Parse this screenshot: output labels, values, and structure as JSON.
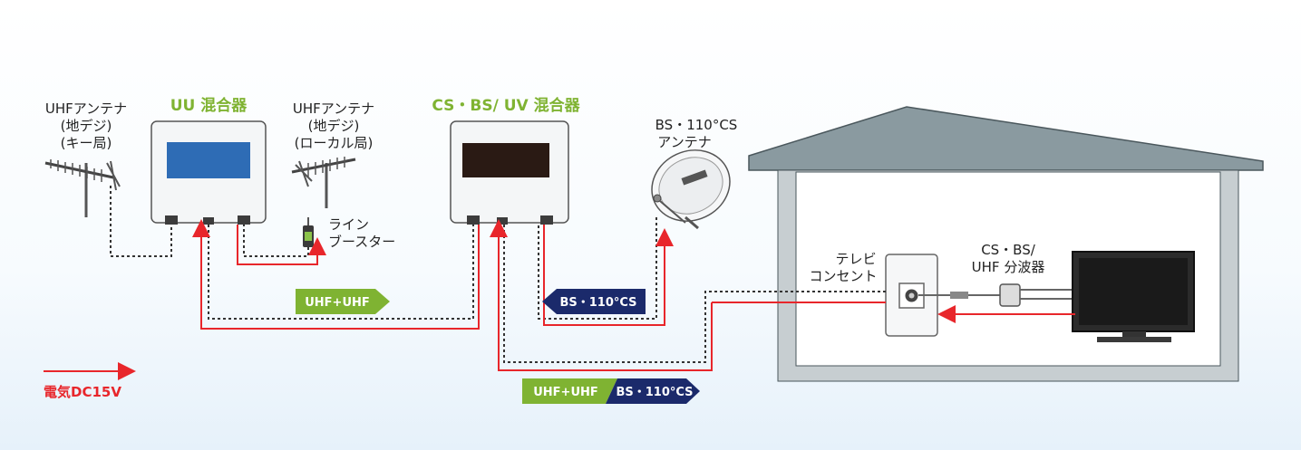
{
  "labels": {
    "uhf_antenna_left": [
      "UHFアンテナ",
      "(地デジ)",
      "(キー局)"
    ],
    "uu_mixer": "UU 混合器",
    "uhf_antenna_right": [
      "UHFアンテナ",
      "(地デジ)",
      "(ローカル局)"
    ],
    "line_booster": [
      "ライン",
      "ブースター"
    ],
    "csbsuv_mixer": "CS・BS/ UV 混合器",
    "bs_antenna": [
      "BS・110°CS",
      "アンテナ"
    ],
    "tv_outlet": [
      "テレビ",
      "コンセント"
    ],
    "splitter": [
      "CS・BS/",
      "UHF 分波器"
    ],
    "legend": "電気DC15V"
  },
  "arrows": {
    "uhf_uhf": "UHF+UHF",
    "bs_110cs": "BS・110°CS",
    "combined_left": "UHF+UHF",
    "combined_right": "BS・110°CS"
  },
  "colors": {
    "green": "#7fb332",
    "navy": "#1b2a6b",
    "red": "#e8262b",
    "roof": "#8a9aa0",
    "uu_screen": "#2e6cb5",
    "csbsuv_screen": "#2a1a14"
  }
}
